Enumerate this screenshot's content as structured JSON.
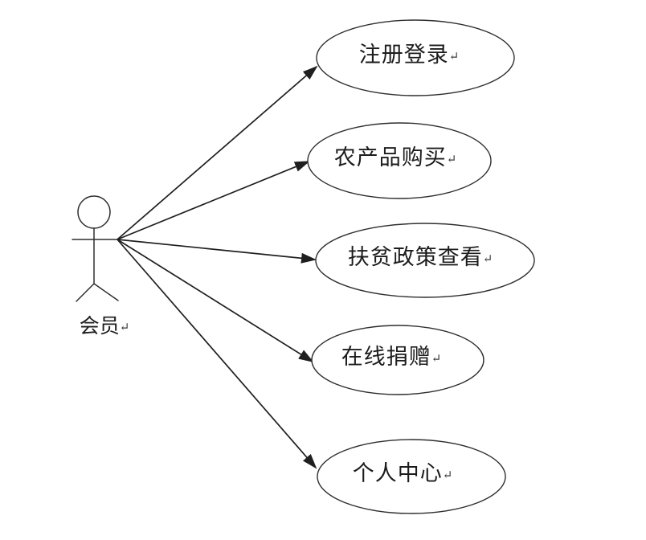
{
  "diagram": {
    "type": "uml-use-case",
    "background_color": "#ffffff",
    "stroke_color": "#2e2e2e",
    "text_color": "#1c1c1c"
  },
  "paragraph_mark": "↵",
  "actor": {
    "label": "会员"
  },
  "use_cases": [
    {
      "label": "注册登录"
    },
    {
      "label": "农产品购买"
    },
    {
      "label": "扶贫政策查看"
    },
    {
      "label": "在线捐赠"
    },
    {
      "label": "个人中心"
    }
  ],
  "connections": [
    {
      "from": "会员",
      "to": "注册登录"
    },
    {
      "from": "会员",
      "to": "农产品购买"
    },
    {
      "from": "会员",
      "to": "扶贫政策查看"
    },
    {
      "from": "会员",
      "to": "在线捐赠"
    },
    {
      "from": "会员",
      "to": "个人中心"
    }
  ]
}
